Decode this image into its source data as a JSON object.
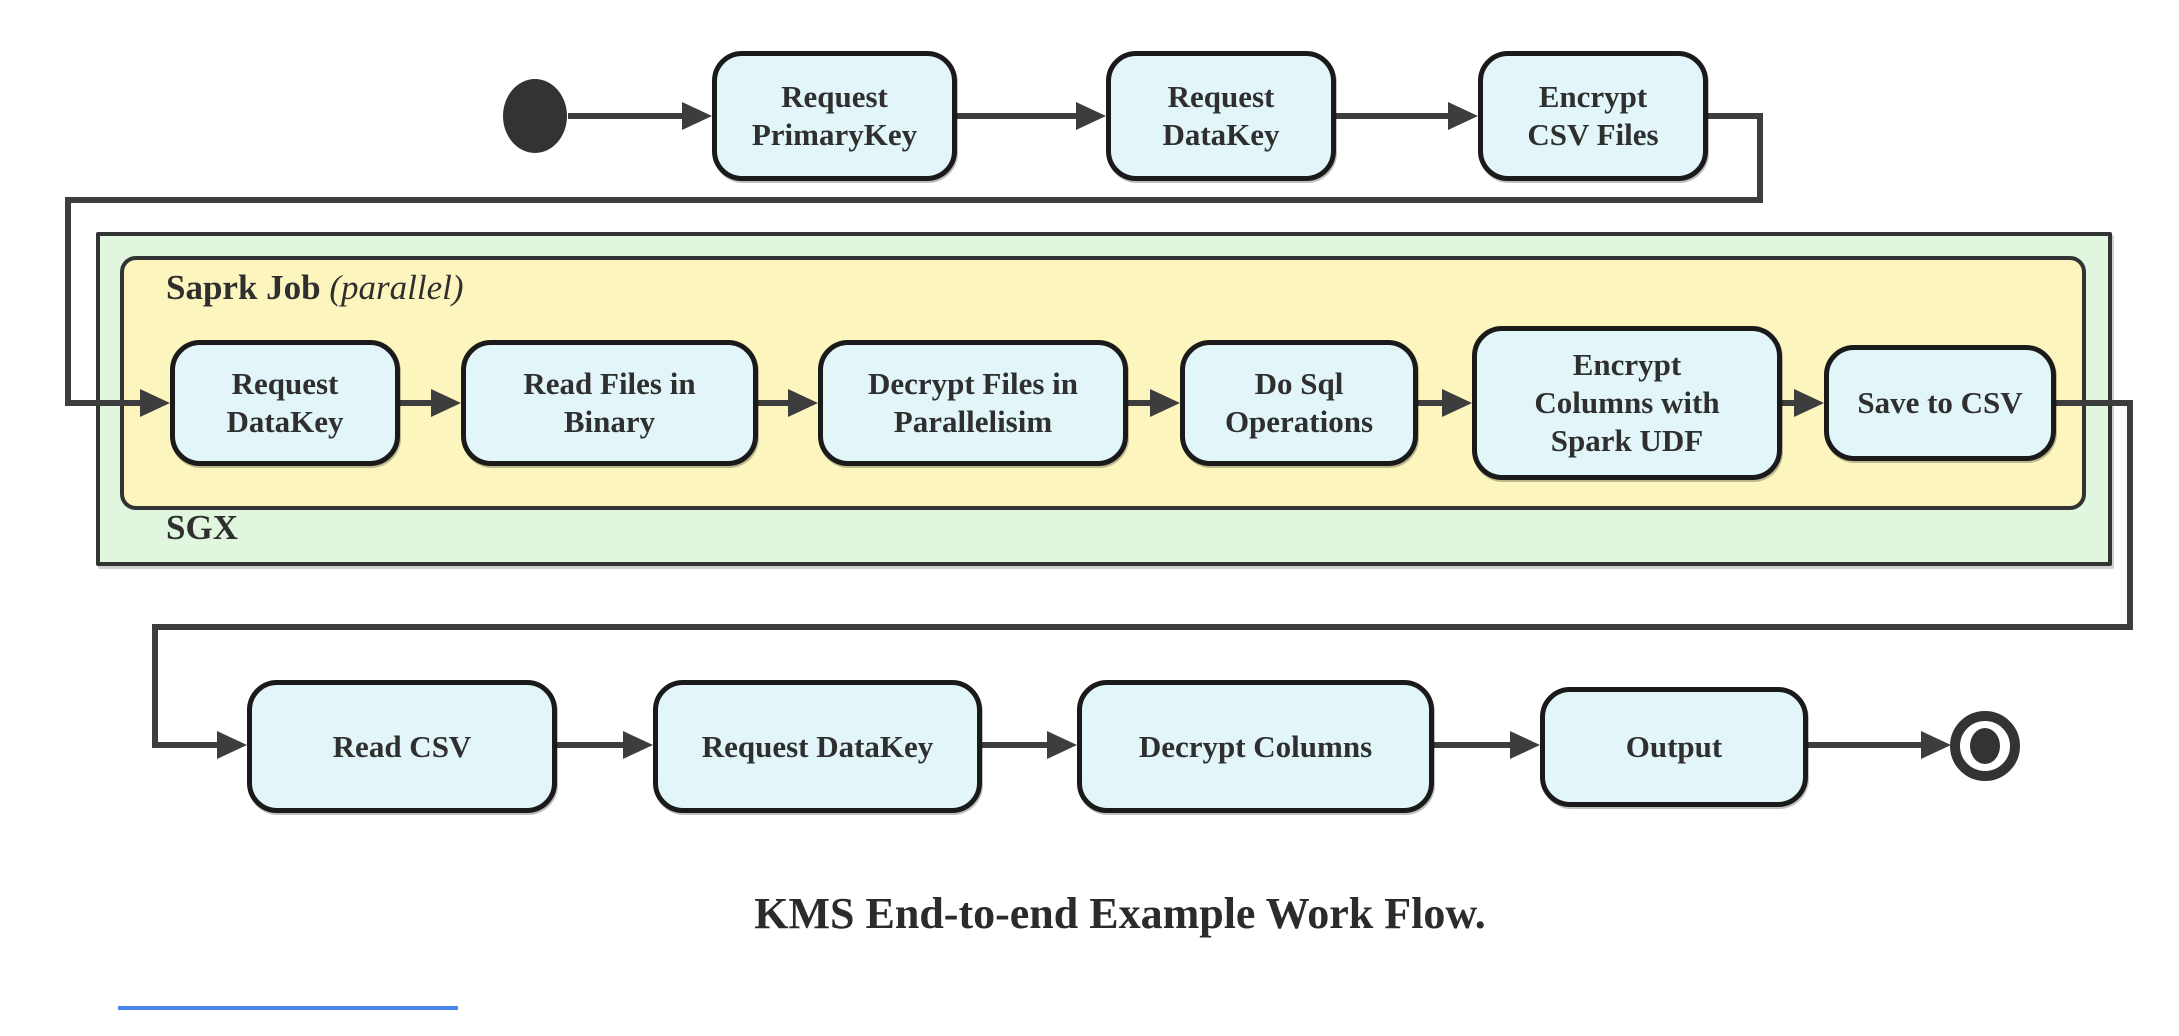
{
  "diagram": {
    "caption": "KMS End-to-end Example Work Flow.",
    "colors": {
      "node_fill": "#E2F6F9",
      "node_border": "#1A1A1A",
      "sgx_container_fill": "#E0F6DF",
      "spark_container_fill": "#FCF5BE",
      "container_border": "#333333",
      "connector": "#3D3D3D",
      "text": "#2F2F2F",
      "accent_line": "#4C86EC"
    },
    "top_row": {
      "node1": {
        "label": "Request\nPrimaryKey"
      },
      "node2": {
        "label": "Request\nDataKey"
      },
      "node3": {
        "label": "Encrypt\nCSV Files"
      }
    },
    "sgx": {
      "label": "SGX",
      "spark": {
        "title_bold": "Saprk Job",
        "title_italic": "(parallel)",
        "node1": {
          "label": "Request\nDataKey"
        },
        "node2": {
          "label": "Read Files in\nBinary"
        },
        "node3": {
          "label": "Decrypt Files in\nParallelisim"
        },
        "node4": {
          "label": "Do Sql\nOperations"
        },
        "node5": {
          "label": "Encrypt\nColumns with\nSpark UDF"
        },
        "node6": {
          "label": "Save to CSV"
        }
      }
    },
    "bottom_row": {
      "node1": {
        "label": "Read CSV"
      },
      "node2": {
        "label": "Request DataKey"
      },
      "node3": {
        "label": "Decrypt Columns"
      },
      "node4": {
        "label": "Output"
      }
    }
  }
}
